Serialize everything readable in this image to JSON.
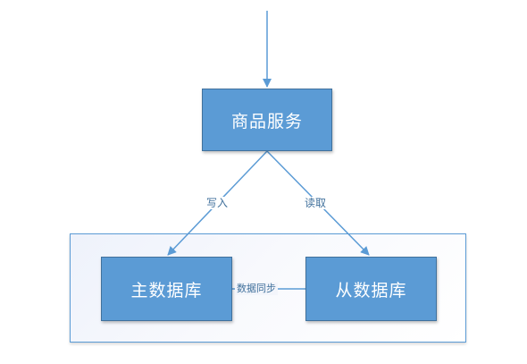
{
  "nodes": {
    "service": "商品服务",
    "master_db": "主数据库",
    "slave_db": "从数据库"
  },
  "edges": {
    "write": "写入",
    "read": "读取",
    "sync": "数据同步"
  },
  "colors": {
    "node_fill": "#5b9bd5",
    "node_border": "#41719c",
    "connector": "#5b9bd5",
    "group_border": "#5b9bd5"
  }
}
